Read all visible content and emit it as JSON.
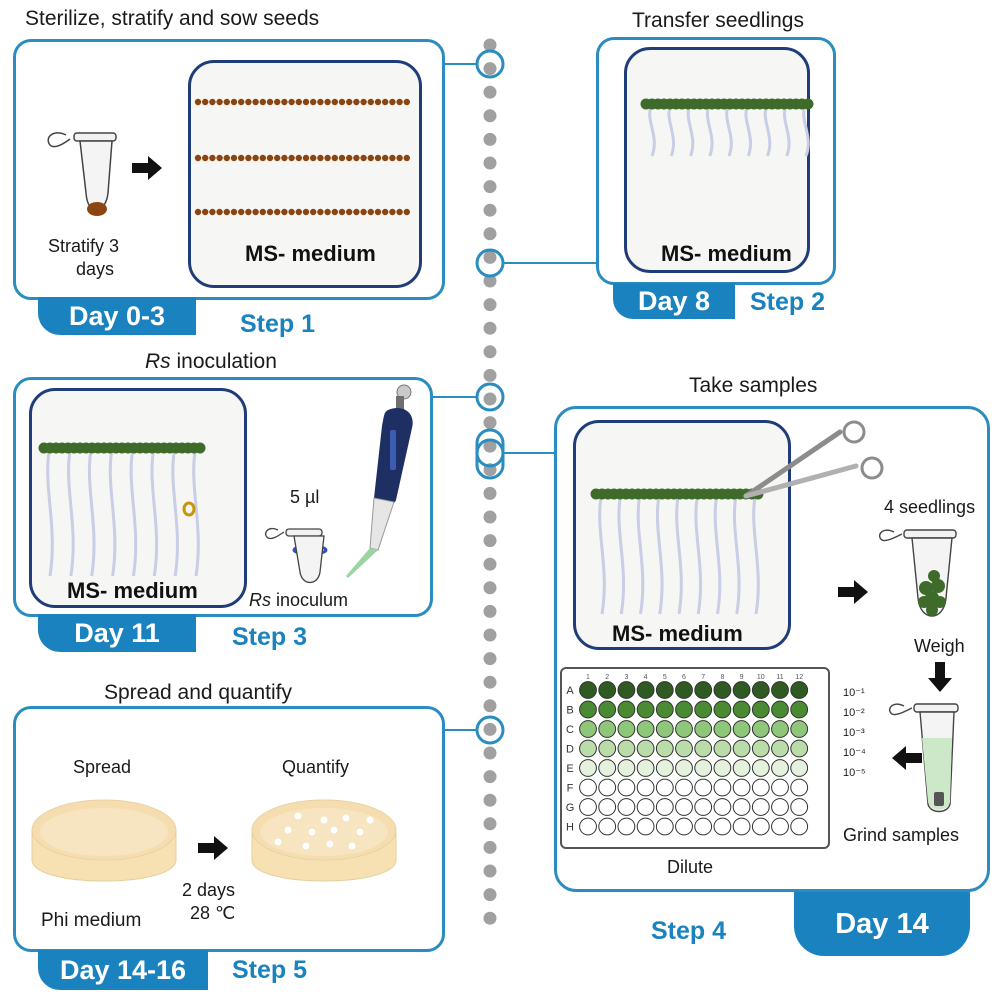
{
  "step1": {
    "title": "Sterilize, stratify and sow seeds",
    "medium": "MS- medium",
    "stratify_line1": "Stratify 3",
    "stratify_line2": "days",
    "day": "Day 0-3",
    "step": "Step 1"
  },
  "step2": {
    "title": "Transfer seedlings",
    "medium": "MS- medium",
    "day": "Day 8",
    "step": "Step 2"
  },
  "step3": {
    "title_italic": "Rs",
    "title_rest": " inoculation",
    "medium": "MS- medium",
    "volume": "5 µl",
    "inoculum_italic": "Rs",
    "inoculum_rest": " inoculum",
    "day": "Day 11",
    "step": "Step 3"
  },
  "step4": {
    "title": "Take samples",
    "medium": "MS- medium",
    "seedlings": "4 seedlings",
    "weigh": "Weigh",
    "grind": "Grind samples",
    "dilute": "Dilute",
    "dilutions": [
      "10⁻¹",
      "10⁻²",
      "10⁻³",
      "10⁻⁴",
      "10⁻⁵"
    ],
    "plate_rows": [
      "A",
      "B",
      "C",
      "D",
      "E",
      "F",
      "G",
      "H"
    ],
    "plate_cols": [
      "1",
      "2",
      "3",
      "4",
      "5",
      "6",
      "7",
      "8",
      "9",
      "10",
      "11",
      "12"
    ],
    "day": "Day 14",
    "step": "Step 4"
  },
  "step5": {
    "title": "Spread and quantify",
    "spread": "Spread",
    "quantify": "Quantify",
    "time": "2 days",
    "temp": "28 ℃",
    "medium": "Phi medium",
    "day": "Day 14-16",
    "step": "Step 5"
  },
  "colors": {
    "panel_border": "#2b8dbf",
    "inner_border": "#1f3d78",
    "day_tab": "#1a83bf",
    "seed": "#8b4513",
    "leaf": "#3f6b2a",
    "root": "#c9cde6",
    "dot": "#a0a0a0"
  }
}
